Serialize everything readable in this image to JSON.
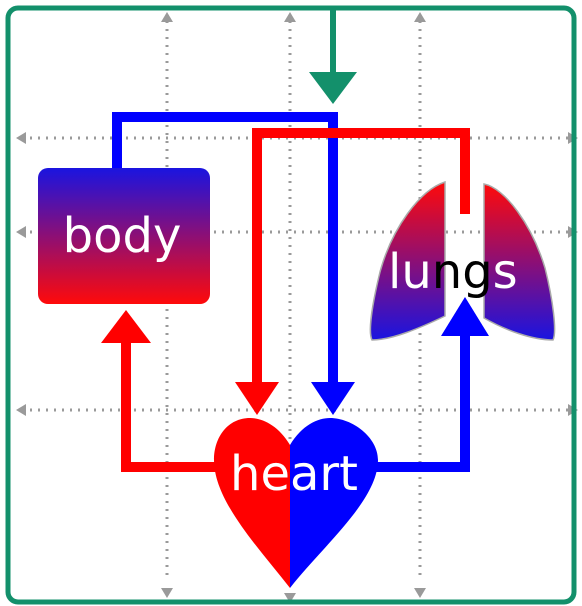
{
  "labels": {
    "body": "body",
    "heart": "heart",
    "lungs_left_part": "lu",
    "lungs_right_part": "ng",
    "lungs_tail": "s"
  },
  "colors": {
    "frame": "#13906b",
    "oxygenated": "#ff0000",
    "deoxygenated": "#0000ff",
    "guide": "#9a9a9a",
    "text_light": "#ffffff",
    "text_dark": "#000000"
  },
  "icons": {
    "body": "body-box",
    "lungs": "lungs-shape",
    "heart": "heart-shape"
  }
}
